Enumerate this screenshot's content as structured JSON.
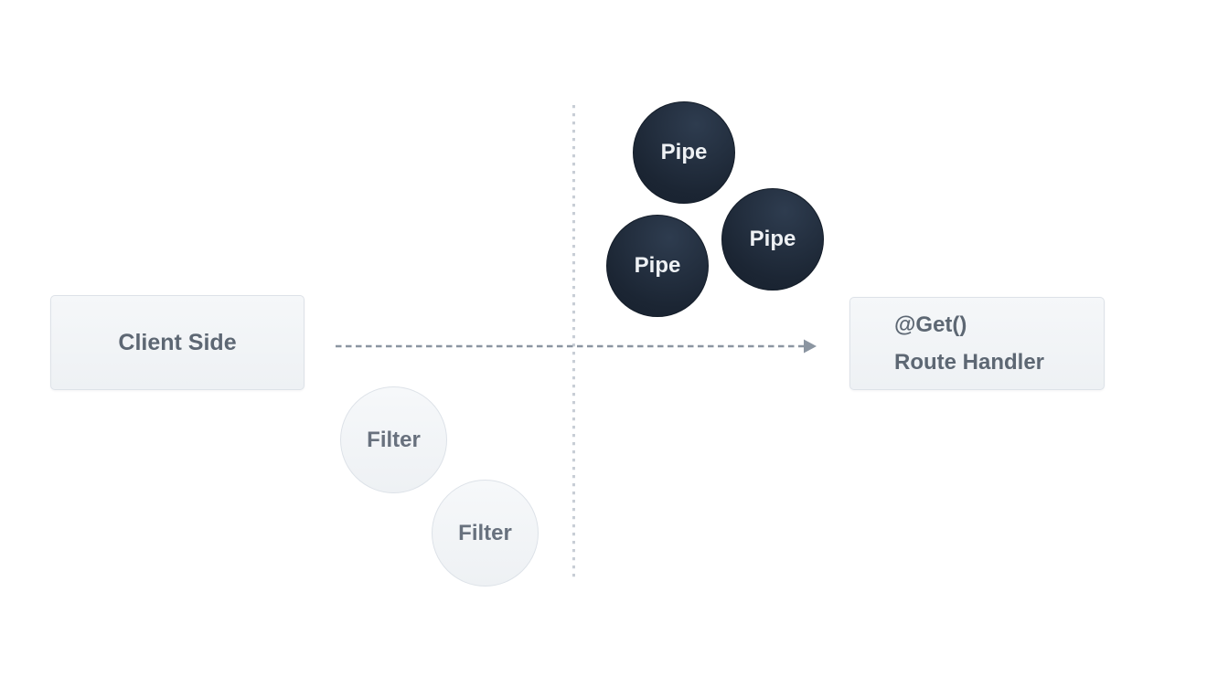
{
  "diagram": {
    "nodes": {
      "client": {
        "label": "Client Side"
      },
      "route_handler": {
        "line1": "@Get()",
        "line2": "Route Handler"
      }
    },
    "pipes": [
      {
        "label": "Pipe"
      },
      {
        "label": "Pipe"
      },
      {
        "label": "Pipe"
      }
    ],
    "filters": [
      {
        "label": "Filter"
      },
      {
        "label": "Filter"
      }
    ],
    "colors": {
      "pipe_fill_top": "#2e3c4f",
      "pipe_fill_bottom": "#1a2330",
      "pipe_text": "#eef1f4",
      "node_fill": "#f2f4f7",
      "node_border": "#dde2e8",
      "node_text": "#5d6773",
      "arrow_line": "#8b95a1",
      "dotted_line": "#c8ced6"
    }
  }
}
